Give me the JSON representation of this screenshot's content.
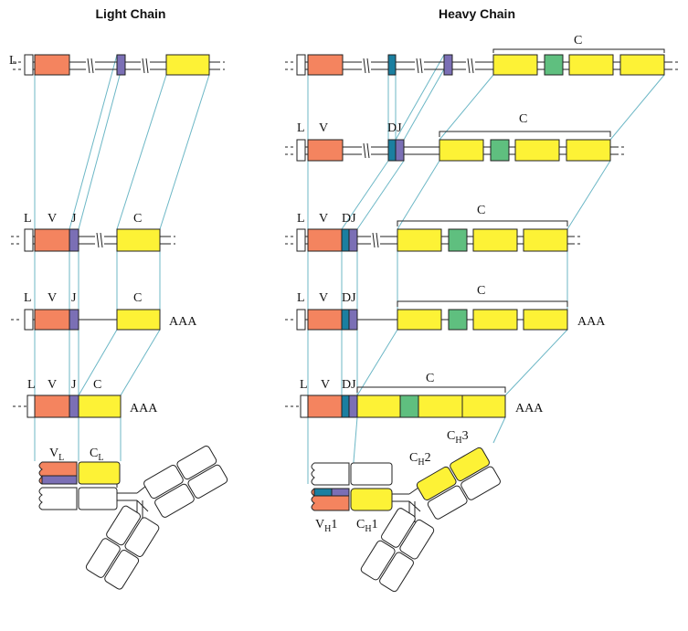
{
  "titles": {
    "light": "Light Chain",
    "heavy": "Heavy Chain"
  },
  "labels": {
    "L": "L",
    "V": "V",
    "D": "D",
    "J": "J",
    "DJ": "DJ",
    "C": "C",
    "AAA": "AAA",
    "VL_main": "V",
    "VL_sub": "L",
    "CL_main": "C",
    "CL_sub": "L",
    "VH1_main": "V",
    "VH1_sub": "H",
    "VH1_suffix": "1",
    "CH1_main": "C",
    "CH1_sub": "H",
    "CH1_suffix": "1",
    "CH2_main": "C",
    "CH2_sub": "H",
    "CH2_suffix": "2",
    "CH3_main": "C",
    "CH3_sub": "H",
    "CH3_suffix": "3"
  },
  "colors": {
    "leader": "#ffffff",
    "variable": "#f4845f",
    "diversity": "#1b7fa0",
    "joining": "#7b6fb5",
    "constant": "#fdf236",
    "hinge": "#5fbf7f",
    "guide": "#6cb7c6",
    "outline": "#222222"
  }
}
